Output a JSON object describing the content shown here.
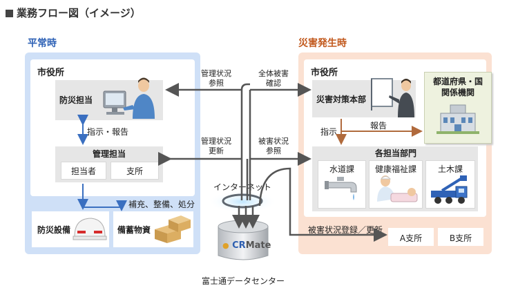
{
  "title": "業務フロー図（イメージ）",
  "normal": {
    "label": "平常時",
    "city_hall": "市役所",
    "disaster_staff": "防災担当",
    "instruct_report": "指示・報告",
    "management": "管理担当",
    "person_in_charge": "担当者",
    "branch": "支所",
    "supply_text": "補充、整備、処分",
    "equipment": "防災設備",
    "stockpile": "備蓄物資"
  },
  "center": {
    "mgmt_ref_line1": "管理状況",
    "mgmt_ref_line2": "参照",
    "all_damage_line1": "全体被害",
    "all_damage_line2": "確認",
    "mgmt_update_line1": "管理状況",
    "mgmt_update_line2": "更新",
    "damage_ref_line1": "被害状況",
    "damage_ref_line2": "参照",
    "internet": "インターネット",
    "db_logo_prefix": "CR",
    "db_logo_suffix": "Mate",
    "datacenter": "富士通データセンター"
  },
  "disaster": {
    "label": "災害発生時",
    "city_hall": "市役所",
    "hq": "災害対策本部",
    "pref_line1": "都道府県・国",
    "pref_line2": "関係機関",
    "instruct": "指示",
    "report": "報告",
    "departments": "各担当部門",
    "water": "水道課",
    "welfare": "健康福祉課",
    "civil": "土木課",
    "damage_register": "被害状況登録／更新",
    "branch_a": "A支所",
    "branch_b": "B支所"
  },
  "colors": {
    "blue_accent": "#2f62b6",
    "orange_accent": "#c2591d",
    "panel_blue": "#cfe0f7",
    "panel_orange": "#fbe1d2",
    "arrow_gray": "#555555",
    "arrow_blue": "#3a6fc0",
    "arrow_brown": "#b06a3c"
  },
  "icons": [
    "operator-at-pc-icon",
    "safety-helmet-icon",
    "cardboard-boxes-icon",
    "presenter-at-screen-icon",
    "government-building-icon",
    "water-faucet-icon",
    "patient-care-icon",
    "crane-truck-icon",
    "internet-ring-icon",
    "database-cylinder-icon"
  ]
}
